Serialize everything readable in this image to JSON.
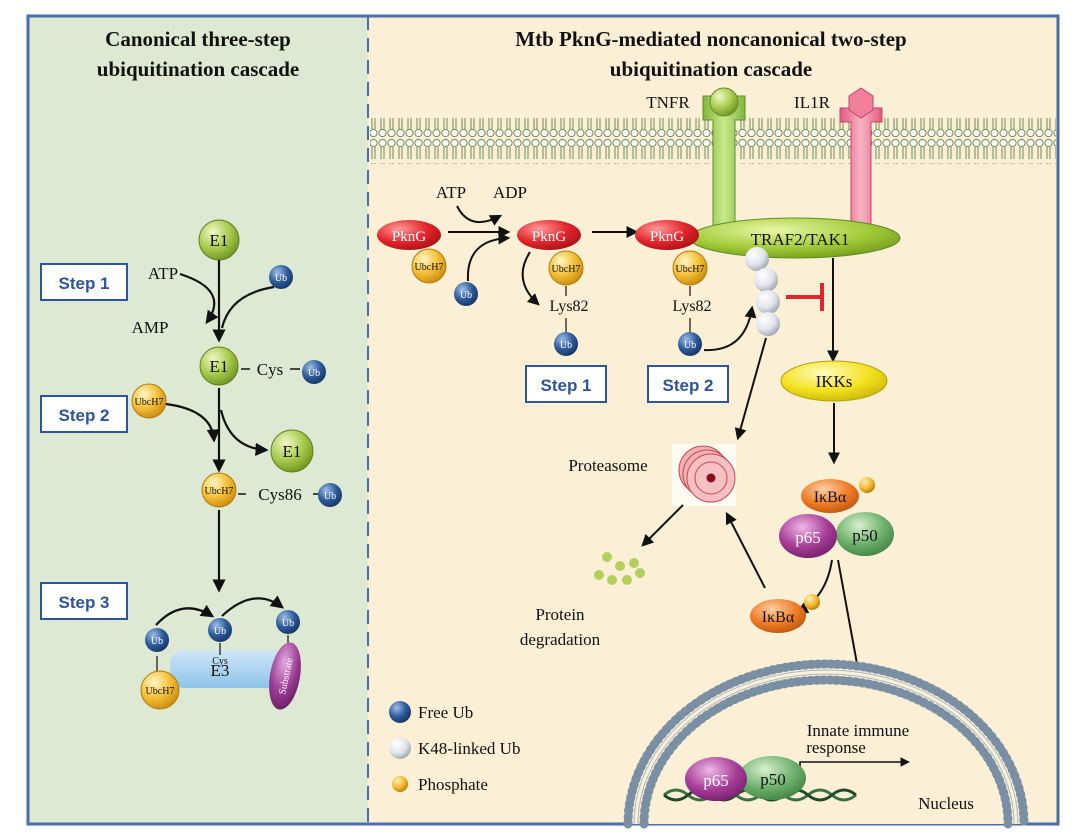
{
  "left_panel": {
    "title_line1": "Canonical  three-step",
    "title_line2": "ubiquitination cascade",
    "steps": [
      "Step 1",
      "Step 2",
      "Step 3"
    ],
    "labels": {
      "e1": "E1",
      "atp": "ATP",
      "amp": "AMP",
      "ub": "Ub",
      "cys": "Cys",
      "ubch7": "UbcH7",
      "cys86": "Cys86",
      "e3": "E3",
      "substrate": "Substrate"
    }
  },
  "right_panel": {
    "title_line1": "Mtb PknG-mediated noncanonical  two-step",
    "title_line2": "ubiquitination cascade",
    "receptors": [
      "TNFR",
      "IL1R"
    ],
    "labels": {
      "atp": "ATP",
      "adp": "ADP",
      "pkng": "PknG",
      "ubch7": "UbcH7",
      "ub": "Ub",
      "lys82": "Lys82",
      "traf2": "TRAF2/TAK1",
      "ikks": "IKKs",
      "ikba": "IκBα",
      "p65": "p65",
      "p50": "p50",
      "proteasome": "Proteasome",
      "protein_degradation_1": "Protein",
      "protein_degradation_2": "degradation",
      "innate_1": "Innate immune",
      "innate_2": "response",
      "nucleus": "Nucleus"
    },
    "steps": [
      "Step 1",
      "Step 2"
    ],
    "legend": [
      "Free Ub",
      "K48-linked Ub",
      "Phosphate"
    ]
  },
  "colors": {
    "left_bg": "#dde9d3",
    "right_bg": "#fbf0d6",
    "frame": "#4a6ea9",
    "step_box": "#2e5597",
    "pkng": "#e3242b",
    "ub_blue": "#2f5c9c",
    "ubch7": "#f2b52b",
    "e1": "#9dc446",
    "traf": "#a3cc3a",
    "ikk": "#f4e21e",
    "ikba": "#ee7a23",
    "p65": "#a63c97",
    "p50": "#6bb06a",
    "inhibit": "#e0262e",
    "tnfr": "#9fd05a",
    "il1r": "#ef7f9b"
  }
}
